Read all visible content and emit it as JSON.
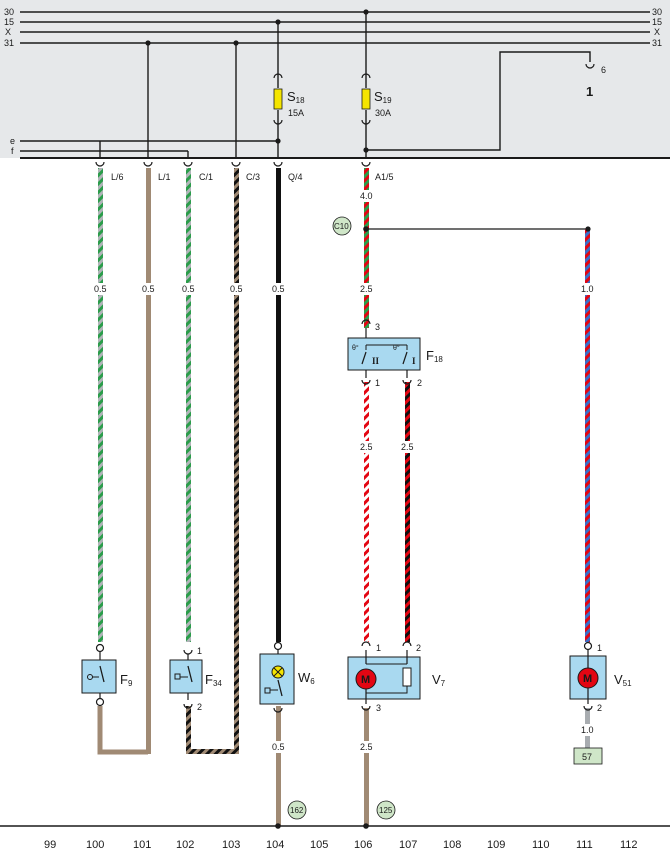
{
  "colors": {
    "top_panel": "#e6e8ea",
    "component_fill": "#a9d9f0",
    "component_stroke": "#1a1a1a",
    "fuse_yellow": "#f5e500",
    "ref_circle": "#cfe6c8",
    "ref_box": "#cfe6c8",
    "motor_red": "#e30613",
    "wire_green": "#2a9d4a",
    "wire_grey": "#b0b4b8",
    "wire_brown": "#a08a74",
    "wire_black": "#111111",
    "wire_red": "#e30613",
    "wire_white": "#ffffff",
    "wire_blue": "#3a6fc9"
  },
  "bus": {
    "lines": [
      {
        "id": "30",
        "label_left": "30",
        "label_right": "30"
      },
      {
        "id": "15",
        "label_left": "15",
        "label_right": "15"
      },
      {
        "id": "X",
        "label_left": "X",
        "label_right": "X"
      },
      {
        "id": "31",
        "label_left": "31",
        "label_right": "31"
      }
    ],
    "local": [
      {
        "id": "e",
        "label": "e"
      },
      {
        "id": "f",
        "label": "f"
      }
    ]
  },
  "fuses": [
    {
      "id": "S18",
      "base": "S",
      "sub": "18",
      "rating": "15A"
    },
    {
      "id": "S19",
      "base": "S",
      "sub": "19",
      "rating": "30A"
    }
  ],
  "ground_ref": {
    "pin": "6",
    "number": "1"
  },
  "connectors": [
    "L/6",
    "L/1",
    "C/1",
    "C/3",
    "Q/4",
    "A1/5"
  ],
  "wire_sizes": {
    "w100": "0.5",
    "w101": "0.5",
    "w102": "0.5",
    "w103": "0.5",
    "w104": "0.5",
    "w106_top": "4.0",
    "w106_mid": "2.5",
    "w111": "1.0",
    "w106_f18a": "2.5",
    "w107_f18b": "2.5",
    "w104_low": "0.5",
    "w106_low": "2.5",
    "w111_low": "1.0"
  },
  "refs": {
    "c10": "C10",
    "r162": "162",
    "r125": "125",
    "r57": "57"
  },
  "components": {
    "F9": {
      "base": "F",
      "sub": "9"
    },
    "F34": {
      "base": "F",
      "sub": "34",
      "pin_top": "1",
      "pin_bottom": "2"
    },
    "W6": {
      "base": "W",
      "sub": "6"
    },
    "F18": {
      "base": "F",
      "sub": "18",
      "pin_in": "3",
      "pin_out1": "1",
      "pin_out2": "2",
      "pos1": "II",
      "pos2": "I"
    },
    "V7": {
      "base": "V",
      "sub": "7",
      "pin1": "1",
      "pin2": "2",
      "pin3": "3",
      "motor_letter": "M"
    },
    "V51": {
      "base": "V",
      "sub": "51",
      "pin1": "1",
      "pin2": "2",
      "motor_letter": "M"
    }
  },
  "columns": [
    "99",
    "100",
    "101",
    "102",
    "103",
    "104",
    "105",
    "106",
    "107",
    "108",
    "109",
    "110",
    "111",
    "112"
  ]
}
